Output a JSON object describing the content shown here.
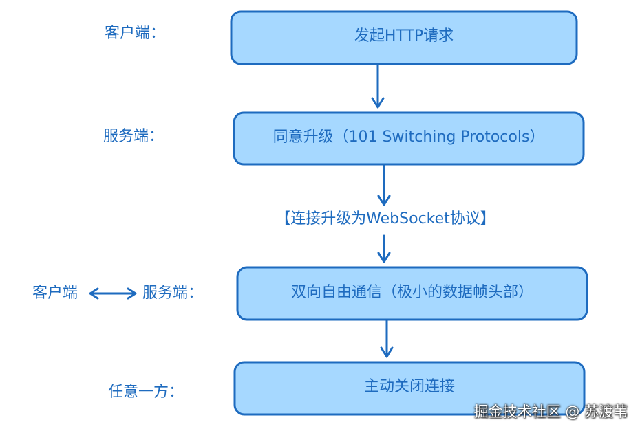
{
  "colors": {
    "box_fill": "#a6d8ff",
    "stroke": "#1e6bbf",
    "text": "#1e6bbf"
  },
  "steps": [
    {
      "actor": "客户端：",
      "action": "发起HTTP请求"
    },
    {
      "actor": "服务端：",
      "action": "同意升级（101 Switching Protocols）"
    },
    {
      "actor_left": "客户端",
      "actor_right": "服务端：",
      "action": "双向自由通信（极小的数据帧头部）"
    },
    {
      "actor": "任意一方：",
      "action": "主动关闭连接"
    }
  ],
  "middle_note": "【连接升级为WebSocket协议】",
  "watermark": "掘金技术社区 @ 苏渡苇"
}
